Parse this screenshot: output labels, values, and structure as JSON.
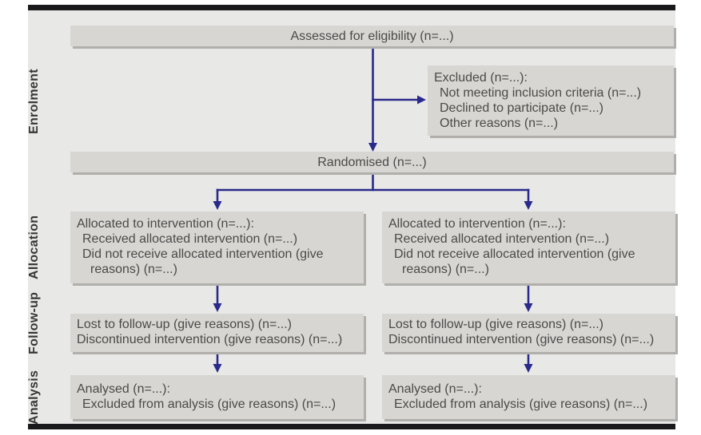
{
  "colors": {
    "bg": "#ffffff",
    "canvas": "#e8e8e7",
    "box": "#d8d6d3",
    "shadow": "#b1afab",
    "arrow": "#2a2a8a",
    "text": "#4a4a48",
    "label": "#363634",
    "bar": "#1a1a1c"
  },
  "stages": {
    "enrolment": "Enrolment",
    "allocation": "Allocation",
    "followup": "Follow-up",
    "analysis": "Analysis"
  },
  "boxes": {
    "assessed": {
      "text": "Assessed for eligibility (n=...)"
    },
    "excluded": {
      "line1": "Excluded (n=...):",
      "line2": "Not meeting inclusion criteria (n=...)",
      "line3": "Declined to participate (n=...)",
      "line4": "Other reasons (n=...)"
    },
    "randomised": {
      "text": "Randomised (n=...)"
    },
    "allocation_left": {
      "line1": "Allocated to intervention (n=...):",
      "line2": "Received allocated intervention (n=...)",
      "line3": "Did not receive allocated intervention (give reasons) (n=...)"
    },
    "allocation_right": {
      "line1": "Allocated to intervention (n=...):",
      "line2": "Received allocated intervention (n=...)",
      "line3": "Did not receive allocated intervention (give reasons) (n=...)"
    },
    "followup_left": {
      "line1": "Lost to follow-up (give reasons) (n=...)",
      "line2": "Discontinued intervention (give reasons) (n=...)"
    },
    "followup_right": {
      "line1": "Lost to follow-up (give reasons) (n=...)",
      "line2": "Discontinued intervention (give reasons) (n=...)"
    },
    "analysis_left": {
      "line1": "Analysed (n=...):",
      "line2": "Excluded from analysis (give reasons) (n=...)"
    },
    "analysis_right": {
      "line1": "Analysed (n=...):",
      "line2": "Excluded from analysis (give reasons) (n=...)"
    }
  }
}
